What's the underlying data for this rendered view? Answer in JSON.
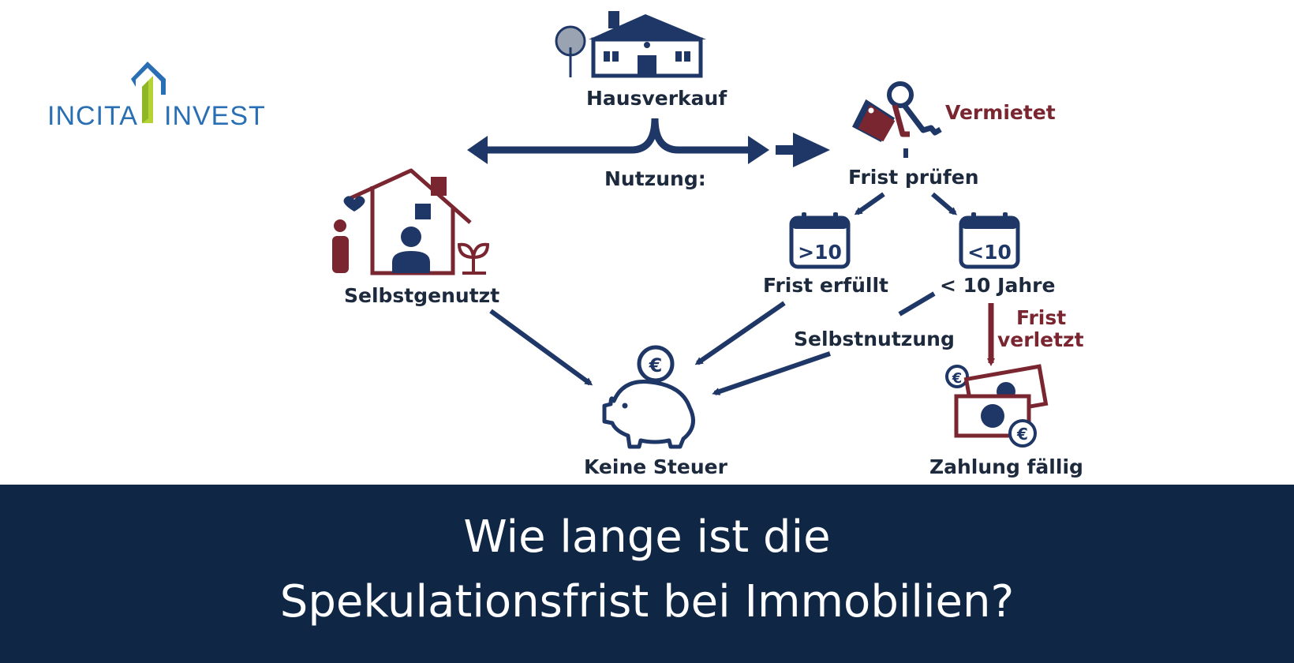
{
  "logo": {
    "left_text": "INCITA",
    "right_text": "INVEST"
  },
  "diagram": {
    "top": "Hausverkauf",
    "usage_label": "Nutzung:",
    "self_used": "Selbstgenutzt",
    "rented": "Vermietet",
    "check_deadline": "Frist prüfen",
    "cal_more": ">10",
    "cal_less": "<10",
    "deadline_met": "Frist erfüllt",
    "less_years": "< 10 Jahre",
    "self_use": "Selbstnutzung",
    "deadline_broken_1": "Frist",
    "deadline_broken_2": "verletzt",
    "no_tax": "Keine Steuer",
    "payment_due": "Zahlung fällig"
  },
  "banner": {
    "line1": "Wie lange ist die",
    "line2": "Spekulationsfrist bei Immobilien?"
  },
  "colors": {
    "navy": "#1f3766",
    "dark_red": "#7a2630",
    "banner": "#0f2645",
    "logo_blue": "#2a6fb3",
    "logo_green": "#b5d334"
  }
}
